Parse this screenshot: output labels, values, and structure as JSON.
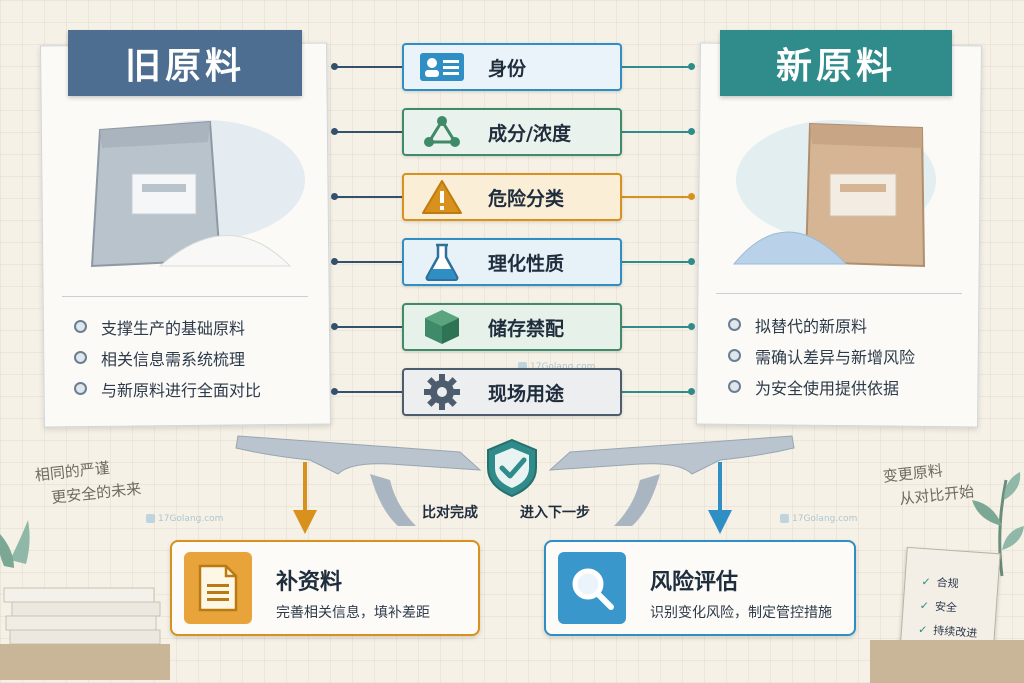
{
  "old": {
    "title": "旧原料",
    "bullets": [
      "支撑生产的基础原料",
      "相关信息需系统梳理",
      "与新原料进行全面对比"
    ]
  },
  "new": {
    "title": "新原料",
    "bullets": [
      "拟替代的新原料",
      "需确认差异与新增风险",
      "为安全使用提供依据"
    ]
  },
  "rows": [
    {
      "label": "身份",
      "icon": "id-card-icon",
      "color": "#2f8ec4",
      "bg": "#eaf3f9"
    },
    {
      "label": "成分/浓度",
      "icon": "molecule-icon",
      "color": "#3f8a68",
      "bg": "#e9f2ec"
    },
    {
      "label": "危险分类",
      "icon": "warning-icon",
      "color": "#d8911c",
      "bg": "#fbeed7"
    },
    {
      "label": "理化性质",
      "icon": "flask-icon",
      "color": "#2f8ec4",
      "bg": "#e6f1f8"
    },
    {
      "label": "储存禁配",
      "icon": "box-icon",
      "color": "#3f8a68",
      "bg": "#e6f1e9"
    },
    {
      "label": "现场用途",
      "icon": "gear-icon",
      "color": "#4e5d6e",
      "bg": "#eceef0"
    }
  ],
  "merge": {
    "left_label": "比对完成",
    "right_label": "进入下一步"
  },
  "cards": {
    "supplement": {
      "title": "补资料",
      "desc": "完善相关信息，填补差距",
      "icon": "document-icon",
      "color": "#d8911c"
    },
    "risk": {
      "title": "风险评估",
      "desc": "识别变化风险，制定管控措施",
      "icon": "magnifier-icon",
      "color": "#2f8ec4"
    }
  },
  "notes": {
    "left": [
      "相同的严谨",
      "更安全的未来"
    ],
    "right": [
      "变更原料",
      "从对比开始"
    ]
  },
  "checklist": [
    "合规",
    "安全",
    "持续改进"
  ],
  "watermark": "17Golang.com"
}
